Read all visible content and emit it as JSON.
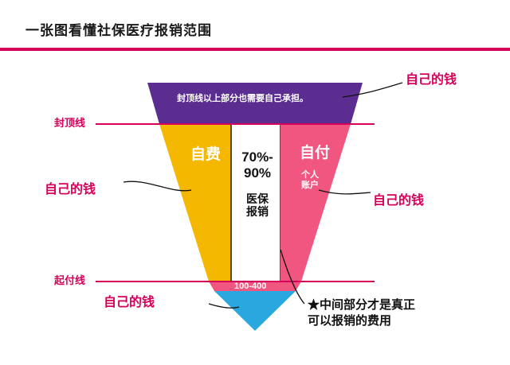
{
  "header": {
    "title": "一张图看懂社保医疗报销范围",
    "rule_color": "#d6005a"
  },
  "diagram": {
    "top_band_text": "封顶线以上部分也需要自己承担。",
    "cap_line_label": "封顶线",
    "deductible_line_label": "起付线",
    "left_column_label": "自费",
    "right_column_label": "自付",
    "center_percent": "70%-\n90%",
    "center_label": "医保\n报销",
    "personal_account_label": "个人\n账户",
    "bottom_amount": "100-400",
    "callout_top_right": "自己的钱",
    "callout_left": "自己的钱",
    "callout_right": "自己的钱",
    "callout_bottom": "自己的钱",
    "footnote": "★中间部分才是真正\n可以报销的费用",
    "colors": {
      "purple": "#5b2d90",
      "yellow": "#f5b800",
      "pink": "#f0567f",
      "blue": "#29a8e0",
      "accent": "#d6005a",
      "line": "#000000"
    }
  }
}
